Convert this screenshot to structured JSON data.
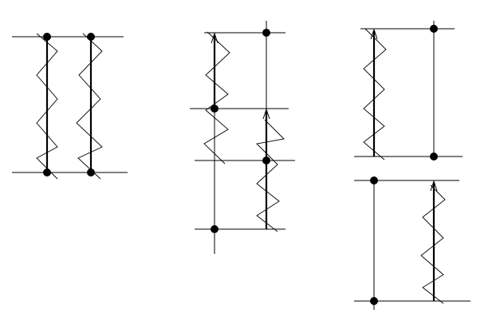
{
  "figure": {
    "panels": [
      {
        "id": "left",
        "description_text": ""
      },
      {
        "id": "middle",
        "description_text": ""
      },
      {
        "id": "right",
        "description_text": ""
      }
    ],
    "colors": {
      "ink": "#000000",
      "background": "#ffffff"
    }
  }
}
